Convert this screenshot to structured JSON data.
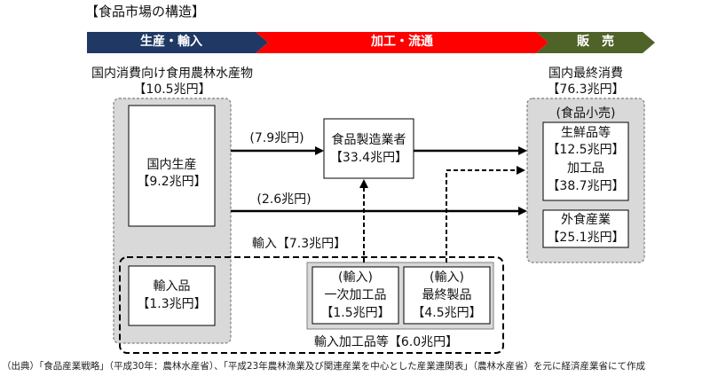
{
  "title": "【食品市場の構造】",
  "stages": {
    "production": "生産・輸入",
    "processing": "加工・流通",
    "sales": "販　売"
  },
  "supply": {
    "heading": "国内消費向け食用農林水産物",
    "total": "【10.5兆円】",
    "domestic_label": "国内生産",
    "domestic_value": "【9.2兆円】",
    "imports_label": "輸入品",
    "imports_value": "【1.3兆円】"
  },
  "manufacturers": {
    "label": "食品製造業者",
    "value": "【33.4兆円】"
  },
  "flows": {
    "to_manufacturers": "(7.9兆円)",
    "direct": "(2.6兆円)",
    "imports_total": "輸入【7.3兆円】"
  },
  "imported_processed": {
    "primary_tag": "(輸入)",
    "primary_label": "一次加工品",
    "primary_value": "【1.5兆円】",
    "final_tag": "(輸入)",
    "final_label": "最終製品",
    "final_value": "【4.5兆円】",
    "total": "輸入加工品等【6.0兆円】"
  },
  "consumption": {
    "heading": "国内最終消費",
    "total": "【76.3兆円】",
    "retail_tag": "(食品小売)",
    "fresh_label": "生鮮品等",
    "fresh_value": "【12.5兆円】",
    "processed_label": "加工品",
    "processed_value": "【38.7兆円】",
    "dining_label": "外食産業",
    "dining_value": "【25.1兆円】"
  },
  "colors": {
    "production_band": "#1f3864",
    "processing_band": "#ff0000",
    "sales_band": "#4f6228",
    "group_fill": "#d9d9d9"
  },
  "source": "（出典）「食品産業戦略」（平成30年：農林水産省）、「平成23年農林漁業及び関連産業を中心とした産業連関表」（農林水産省）を元に経済産業省にて作成"
}
